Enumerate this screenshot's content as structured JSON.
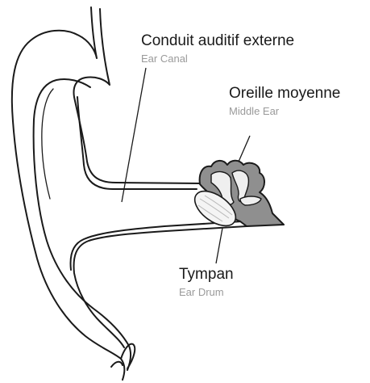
{
  "labels": {
    "ear_canal": {
      "fr": "Conduit auditif externe",
      "en": "Ear Canal"
    },
    "middle_ear": {
      "fr": "Oreille moyenne",
      "en": "Middle Ear"
    },
    "ear_drum": {
      "fr": "Tympan",
      "en": "Ear Drum"
    }
  },
  "colors": {
    "outline": "#1a1a1a",
    "middle_ear_fill": "#8f8f8f",
    "ossicle_fill": "#efefef",
    "label_primary": "#1a1a1a",
    "label_secondary": "#9a9a9a"
  }
}
